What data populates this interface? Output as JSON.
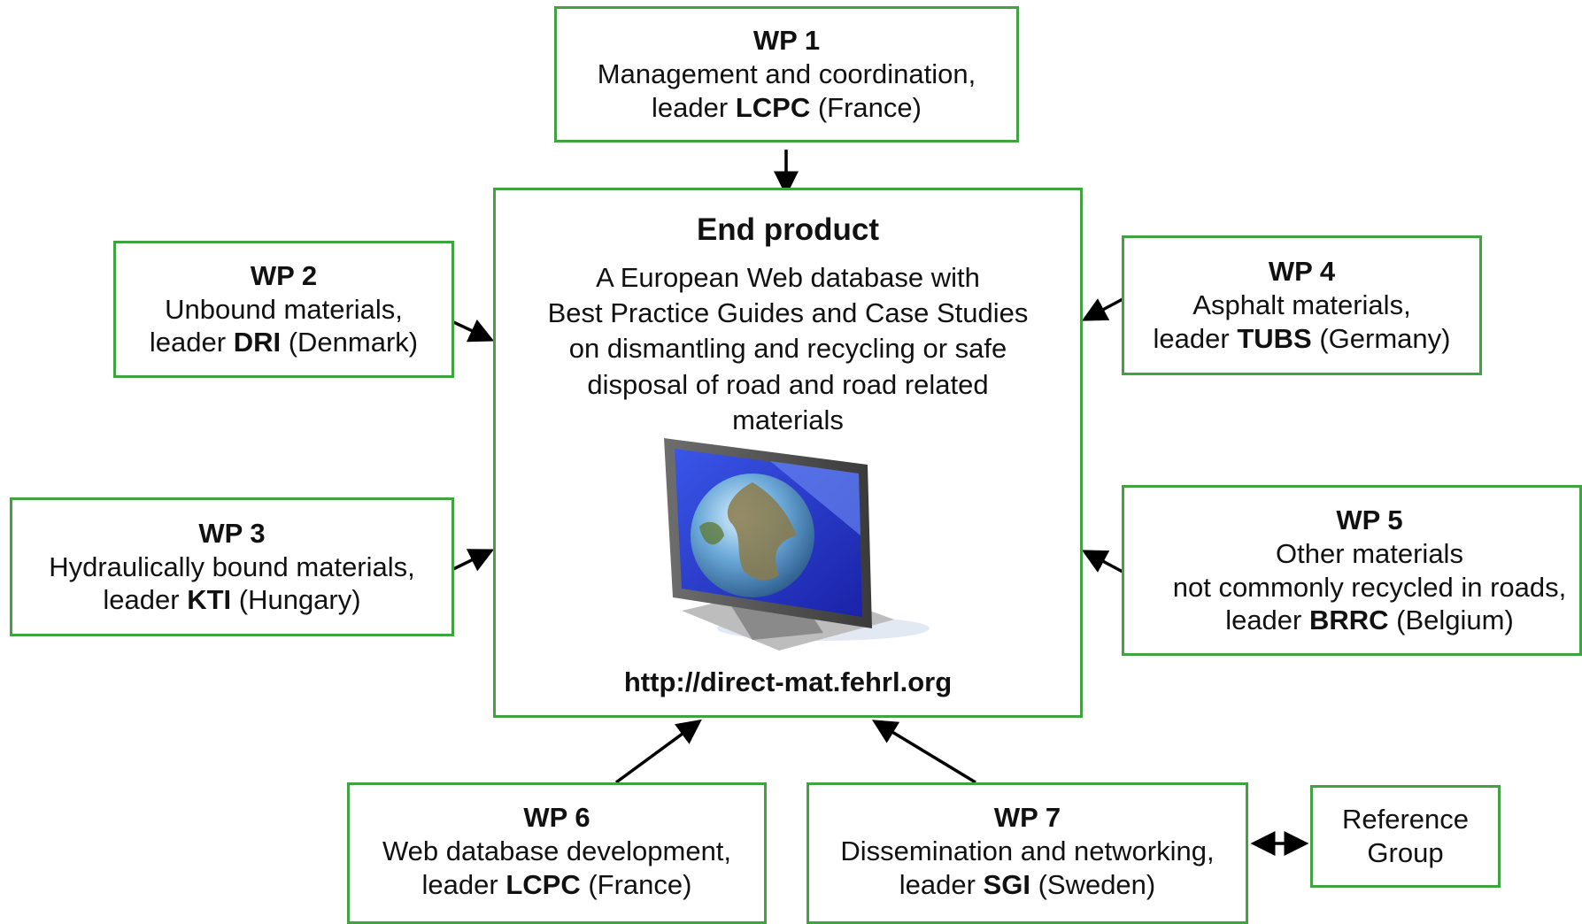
{
  "colors": {
    "box_border": "#3fa33f",
    "arrow": "#000000",
    "screen": "#2438c8"
  },
  "end_product": {
    "title": "End product",
    "desc_lines": [
      "A European Web database with",
      "Best Practice Guides and Case Studies",
      "on dismantling and recycling or safe",
      "disposal of road and road related",
      "materials"
    ],
    "url": "http://direct-mat.fehrl.org",
    "image_icon": "computer-monitor-globe-icon"
  },
  "wp1": {
    "title": "WP 1",
    "line1": "Management and coordination,",
    "leader_prefix": "leader ",
    "leader": "LCPC",
    "country": " (France)"
  },
  "wp2": {
    "title": "WP 2",
    "line1": "Unbound materials,",
    "leader_prefix": "leader ",
    "leader": "DRI",
    "country": " (Denmark)"
  },
  "wp3": {
    "title": "WP 3",
    "line1": "Hydraulically bound materials,",
    "leader_prefix": "leader ",
    "leader": "KTI",
    "country": " (Hungary)"
  },
  "wp4": {
    "title": "WP 4",
    "line1": "Asphalt materials,",
    "leader_prefix": "leader ",
    "leader": "TUBS",
    "country": " (Germany)"
  },
  "wp5": {
    "title": "WP 5",
    "line1": "Other materials",
    "line2": "not commonly recycled in roads,",
    "leader_prefix": "leader ",
    "leader": "BRRC",
    "country": " (Belgium)"
  },
  "wp6": {
    "title": "WP 6",
    "line1": "Web database development,",
    "leader_prefix": "leader ",
    "leader": "LCPC",
    "country": " (France)"
  },
  "wp7": {
    "title": "WP 7",
    "line1": "Dissemination and networking,",
    "leader_prefix": "leader ",
    "leader": "SGI",
    "country": " (Sweden)"
  },
  "reference_group": {
    "line1": "Reference",
    "line2": "Group"
  }
}
